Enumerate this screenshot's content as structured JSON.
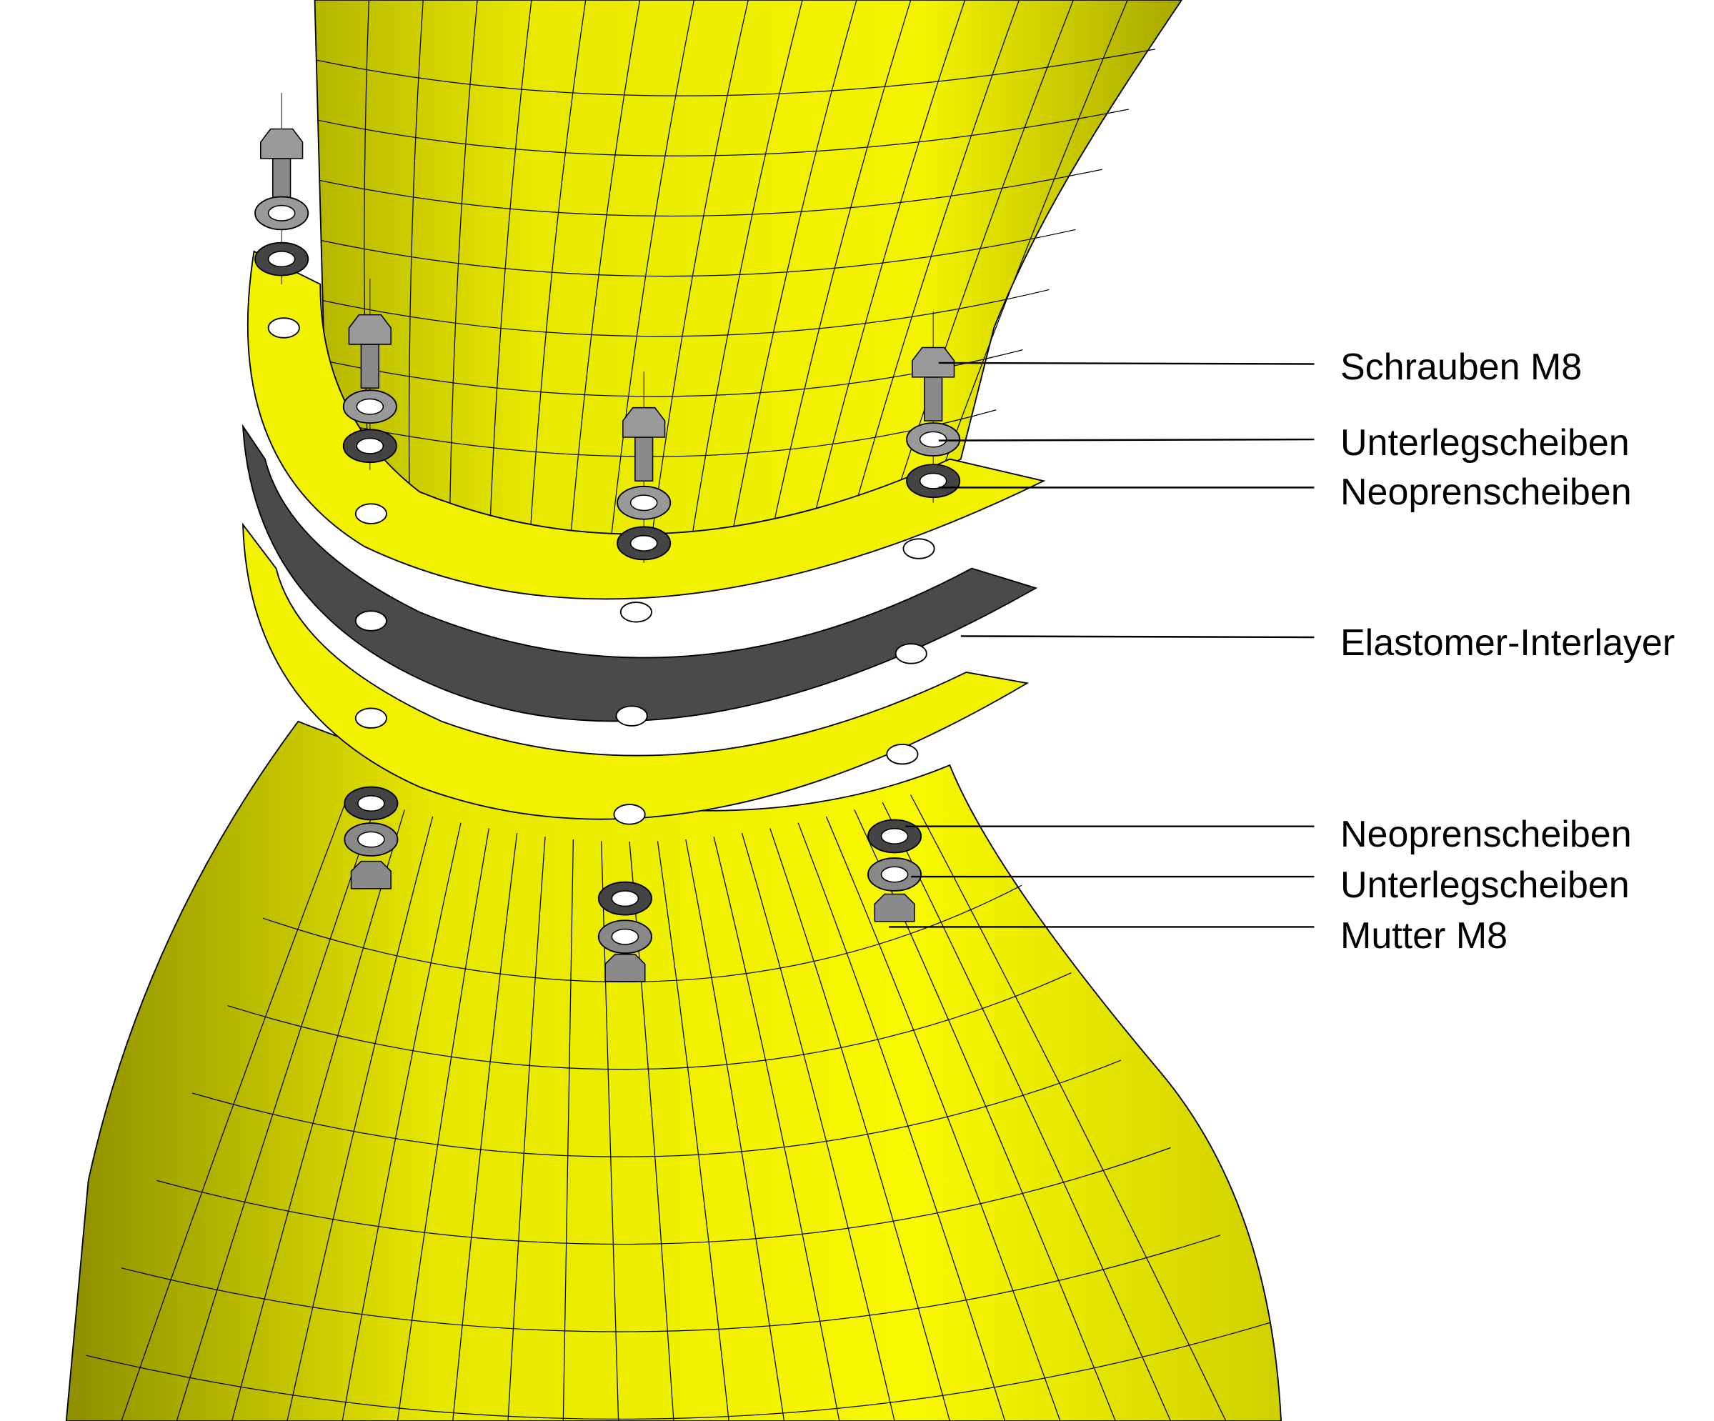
{
  "labels": {
    "top": [
      {
        "text": "Schrauben M8"
      },
      {
        "text": "Unterlegscheiben"
      },
      {
        "text": "Neoprenscheiben"
      }
    ],
    "middle": {
      "text": "Elastomer-Interlayer"
    },
    "bottom": [
      {
        "text": "Neoprenscheiben"
      },
      {
        "text": "Unterlegscheiben"
      },
      {
        "text": "Mutter M8"
      }
    ]
  },
  "colors": {
    "yellow": "#f2f200",
    "yellow_shade": "#b8b800",
    "elastomer": "#4a4a4a",
    "steel": "#9a9a9a",
    "washer": "#555555"
  }
}
